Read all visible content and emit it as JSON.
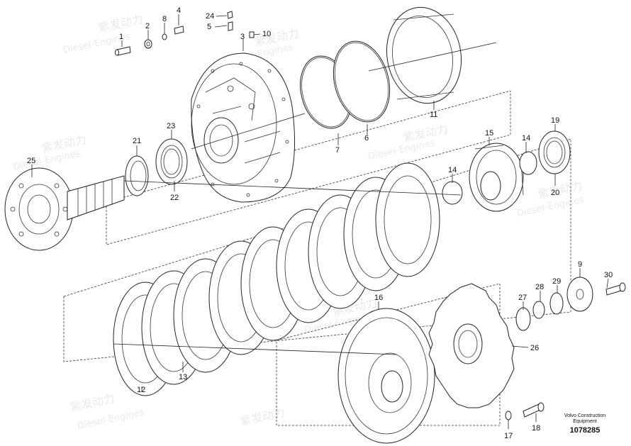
{
  "watermark": {
    "company_cn": "紫发动力",
    "company_en": "Diesel-Engines"
  },
  "callouts": [
    "1",
    "2",
    "3",
    "4",
    "5",
    "6",
    "7",
    "8",
    "9",
    "10",
    "11",
    "12",
    "13",
    "14",
    "14",
    "15",
    "16",
    "17",
    "18",
    "19",
    "20",
    "21",
    "22",
    "23",
    "24",
    "25",
    "26",
    "27",
    "28",
    "29",
    "30"
  ],
  "footer": {
    "brand_line1": "Volvo Construction",
    "brand_line2": "Equipment",
    "drawing_number": "1078285"
  }
}
